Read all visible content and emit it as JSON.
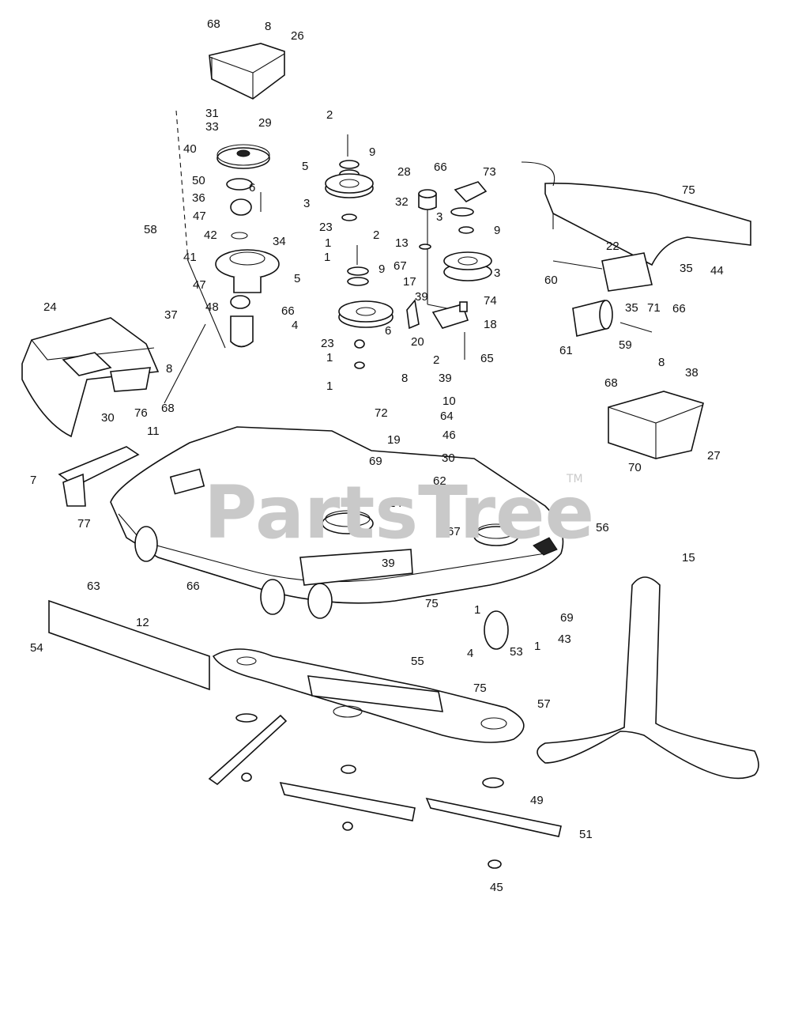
{
  "watermark": {
    "brand": "PartsTree",
    "trademark": "TM"
  },
  "callouts": [
    "68",
    "8",
    "26",
    "31",
    "33",
    "29",
    "40",
    "50",
    "36",
    "6",
    "47",
    "42",
    "34",
    "58",
    "41",
    "47",
    "48",
    "66",
    "2",
    "9",
    "5",
    "3",
    "23",
    "1",
    "2",
    "1",
    "9",
    "5",
    "4",
    "23",
    "1",
    "1",
    "28",
    "66",
    "73",
    "32",
    "3",
    "9",
    "13",
    "67",
    "3",
    "17",
    "39",
    "74",
    "6",
    "18",
    "20",
    "2",
    "39",
    "65",
    "24",
    "37",
    "8",
    "30",
    "76",
    "68",
    "8",
    "72",
    "10",
    "64",
    "19",
    "46",
    "69",
    "30",
    "62",
    "11",
    "7",
    "77",
    "14",
    "67",
    "39",
    "56",
    "63",
    "12",
    "54",
    "66",
    "75",
    "1",
    "69",
    "53",
    "1",
    "43",
    "4",
    "75",
    "55",
    "57",
    "15",
    "49",
    "51",
    "45",
    "22",
    "60",
    "35",
    "35",
    "71",
    "66",
    "61",
    "59",
    "44",
    "75",
    "38",
    "68",
    "8",
    "27",
    "70"
  ]
}
